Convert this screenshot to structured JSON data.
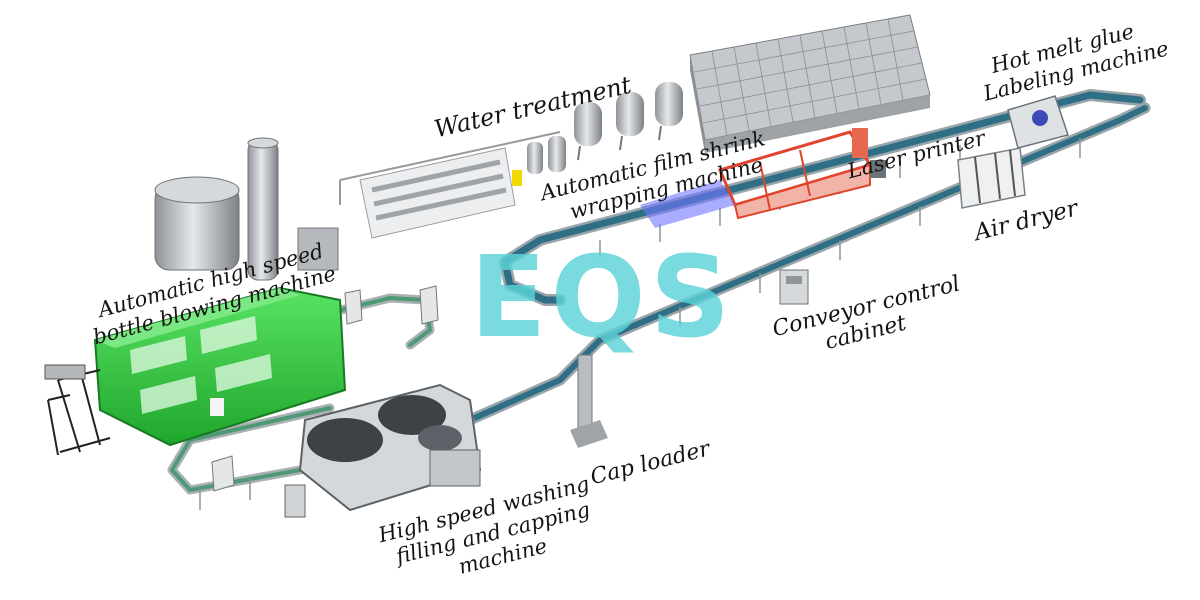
{
  "watermark": "EQS",
  "labels": {
    "water_treatment": "Water treatment",
    "hot_melt_line1": "Hot melt glue",
    "hot_melt_line2": "Labeling machine",
    "film_line1": "Automatic film shrink",
    "film_line2": "wrapping machine",
    "laser_printer": "Laser printer",
    "air_dryer": "Air dryer",
    "blow_line1": "Automatic high speed",
    "blow_line2": "bottle blowing machine",
    "conveyor_line1": "Conveyor control",
    "conveyor_line2": "cabinet",
    "cap_loader": "Cap loader",
    "filler_line1": "High speed washing",
    "filler_line2": "filling and capping",
    "filler_line3": "machine"
  },
  "colors": {
    "conveyor_blue": "#2e6f86",
    "tank_steel": "#b9bcc0",
    "blow_green": "#3ecf4a",
    "film_red": "#e0442c",
    "watermark": "#5cd3d8"
  }
}
